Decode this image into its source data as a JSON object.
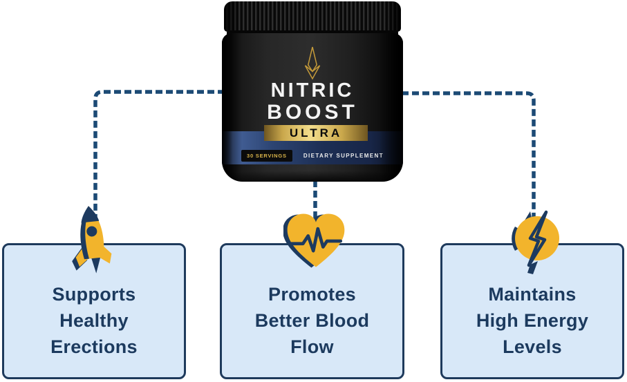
{
  "product": {
    "name_line1": "NITRIC",
    "name_line2": "BOOST",
    "variant": "ULTRA",
    "servings": "30 SERVINGS",
    "supplement_type": "DIETARY SUPPLEMENT"
  },
  "cards": [
    {
      "icon": "rocket-icon",
      "label": "Supports\nHealthy\nErections"
    },
    {
      "icon": "heart-pulse-icon",
      "label": "Promotes\nBetter Blood\nFlow"
    },
    {
      "icon": "lightning-icon",
      "label": "Maintains\nHigh Energy\nLevels"
    }
  ],
  "colors": {
    "navy_text": "#1c3a5e",
    "connector": "#1c4a75",
    "card_bg": "#d8e8f8",
    "card_border": "#1e3a5c",
    "accent_yellow": "#f2b42c",
    "icon_navy": "#1d3a5f",
    "gold": "#c49a3a"
  }
}
